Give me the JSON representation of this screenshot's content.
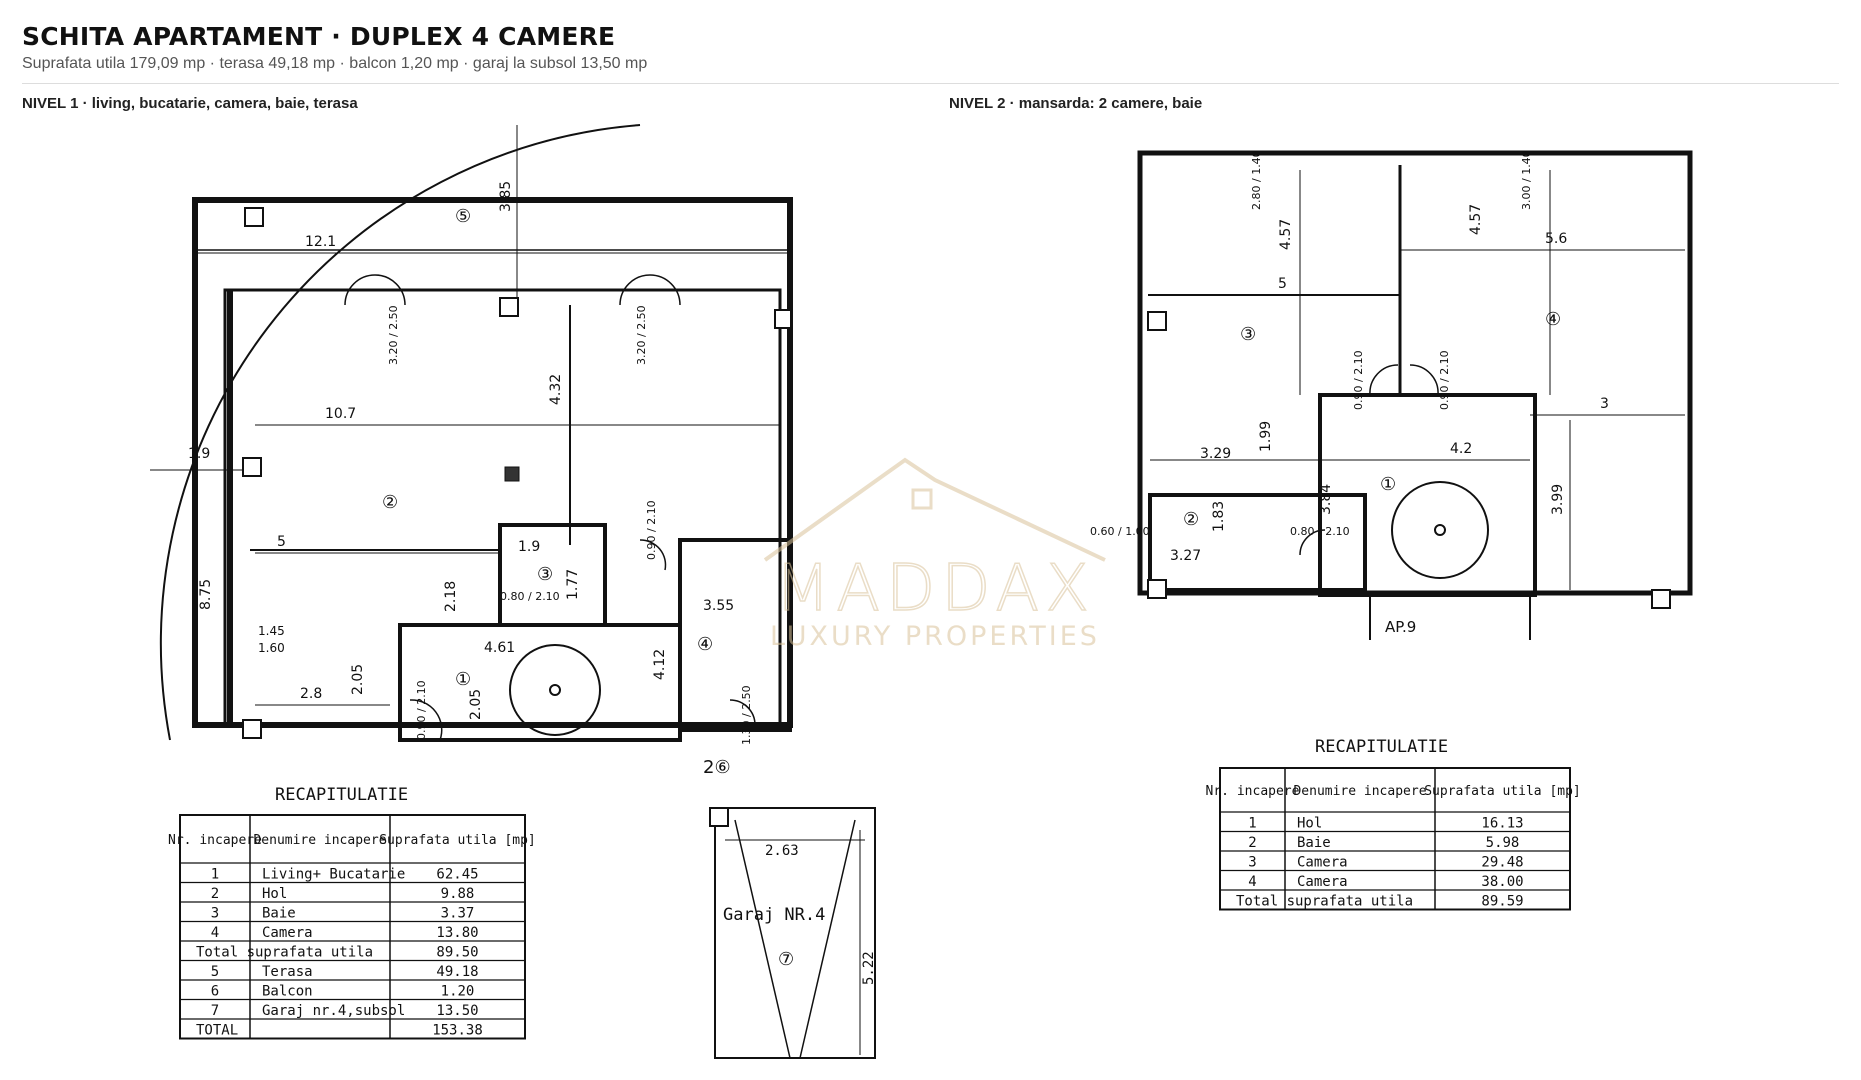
{
  "page": {
    "title": "SCHITA APARTAMENT  ·  DUPLEX 4 CAMERE",
    "subtitle": "Suprafata utila 179,09 mp  ·  terasa 49,18 mp  ·  balcon 1,20 mp  ·  garaj la subsol 13,50 mp",
    "level1_title": "NIVEL 1  ·  living, bucatarie, camera, baie, terasa",
    "level2_title": "NIVEL 2  ·  mansarda: 2 camere, baie"
  },
  "level1": {
    "rooms": [
      "②",
      "①",
      "③",
      "④",
      "⑤",
      "2⑥"
    ],
    "dims": {
      "d12_1": "12.1",
      "d3_85": "3.85",
      "d1_9a": "1.9",
      "d10_7": "10.7",
      "d4_32": "4.32",
      "d5": "5",
      "d8_75": "8.75",
      "d1_45": "1.45",
      "d1_60": "1.60",
      "d2_8": "2.8",
      "d2_05a": "2.05",
      "d2_05b": "2.05",
      "d2_18": "2.18",
      "d1_9b": "1.9",
      "d1_77": "1.77",
      "d4_61": "4.61",
      "d3_55": "3.55",
      "d4_12": "4.12",
      "door_320_250": "3.20 / 2.50",
      "door_320_250b": "3.20 / 2.50",
      "door_090_210a": "0.90 / 2.10",
      "door_080_210": "0.80 / 2.10",
      "door_090_210b": "0.90 / 2.10",
      "door_130_250": "1.30 / 2.50"
    },
    "recap": {
      "title": "RECAPITULATIE",
      "headers": [
        "Nr. incapere",
        "Denumire incapere",
        "Suprafata utila [mp]"
      ],
      "rows": [
        [
          "1",
          "Living+ Bucatarie",
          "62.45"
        ],
        [
          "2",
          "Hol",
          "9.88"
        ],
        [
          "3",
          "Baie",
          "3.37"
        ],
        [
          "4",
          "Camera",
          "13.80"
        ],
        [
          "",
          "Total suprafata utila",
          "89.50"
        ],
        [
          "5",
          "Terasa",
          "49.18"
        ],
        [
          "6",
          "Balcon",
          "1.20"
        ],
        [
          "7",
          "Garaj nr.4,subsol",
          "13.50"
        ],
        [
          "",
          "TOTAL",
          "153.38"
        ]
      ]
    },
    "garage": {
      "label": "Garaj NR.4",
      "num": "⑦",
      "w": "2.63",
      "l": "5.22"
    }
  },
  "level2": {
    "rooms": [
      "③",
      "④",
      "①",
      "②"
    ],
    "dims": {
      "d5": "5",
      "d4_57a": "4.57",
      "d4_57b": "4.57",
      "d5_6": "5.6",
      "d3": "3",
      "d4_2": "4.2",
      "d3_29": "3.29",
      "d1_99": "1.99",
      "d3_84": "3.84",
      "d3_99": "3.99",
      "d1_83": "1.83",
      "d3_27": "3.27",
      "door_280_140": "2.80 / 1.40",
      "door_300_140": "3.00 / 1.40",
      "door_090_210a": "0.90 / 2.10",
      "door_090_210b": "0.90 / 2.10",
      "door_060_100": "0.60 / 1.00",
      "door_080_210": "0.80 / 2.10"
    },
    "ap_label": "AP.9",
    "recap": {
      "title": "RECAPITULATIE",
      "headers": [
        "Nr. incapere",
        "Denumire incapere",
        "Suprafata utila [mp]"
      ],
      "rows": [
        [
          "1",
          "Hol",
          "16.13"
        ],
        [
          "2",
          "Baie",
          "5.98"
        ],
        [
          "3",
          "Camera",
          "29.48"
        ],
        [
          "4",
          "Camera",
          "38.00"
        ],
        [
          "",
          "Total suprafata utila",
          "89.59"
        ]
      ]
    }
  },
  "watermark": {
    "brand": "MADDAX",
    "tagline": "LUXURY PROPERTIES",
    "color": "#d9c39a"
  }
}
